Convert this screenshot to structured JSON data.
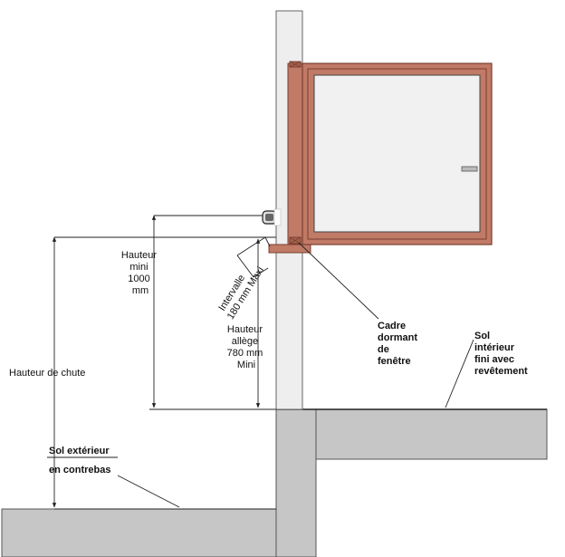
{
  "labels": {
    "hauteur_mini": [
      "Hauteur",
      "mini",
      "1000",
      "mm"
    ],
    "intervalle": [
      "Intervalle",
      "180 mm Maxi"
    ],
    "hauteur_allege": [
      "Hauteur",
      "allège",
      "780 mm",
      "Mini"
    ],
    "cadre_dormant": [
      "Cadre",
      "dormant",
      "de",
      "fenêtre"
    ],
    "sol_interieur": [
      "Sol",
      "intérieur",
      "fini avec",
      "revêtement"
    ],
    "hauteur_chute": "Hauteur de chute",
    "sol_exterieur": [
      "Sol extérieur",
      "en contrebas"
    ]
  },
  "colors": {
    "wood": "#c07a66",
    "wood_stroke": "#7a3f30",
    "concrete": "#c6c6c6",
    "wall": "#eeeeee",
    "glass": "#f1f1f1",
    "line": "#222222"
  }
}
